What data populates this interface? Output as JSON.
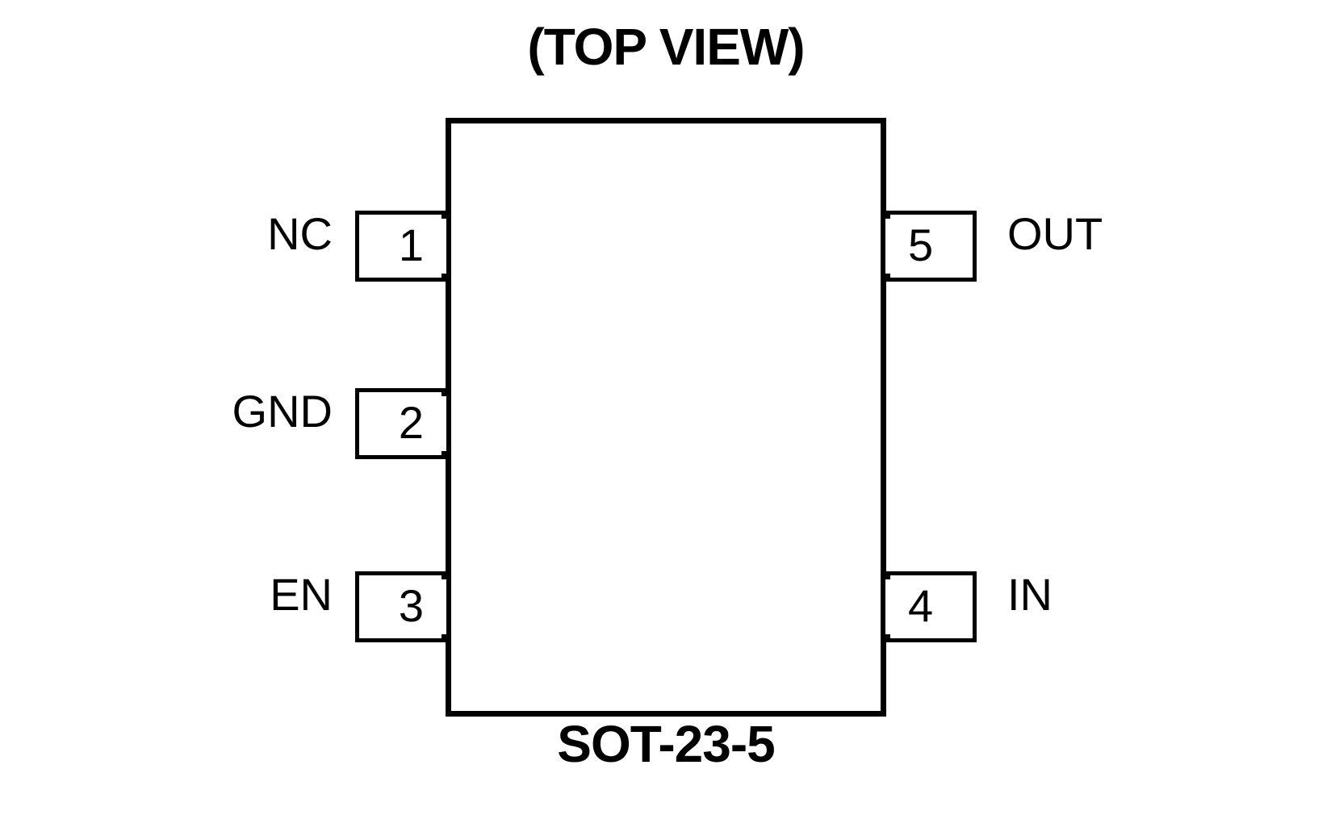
{
  "diagram": {
    "title_top": "(TOP VIEW)",
    "title_bottom": "SOT-23-5",
    "package": "SOT-23-5",
    "view": "TOP VIEW",
    "line_color": "#000000",
    "background_color": "#ffffff",
    "pins": [
      {
        "number": "1",
        "name": "NC",
        "side": "left"
      },
      {
        "number": "2",
        "name": "GND",
        "side": "left"
      },
      {
        "number": "3",
        "name": "EN",
        "side": "left"
      },
      {
        "number": "4",
        "name": "IN",
        "side": "right"
      },
      {
        "number": "5",
        "name": "OUT",
        "side": "right"
      }
    ]
  }
}
